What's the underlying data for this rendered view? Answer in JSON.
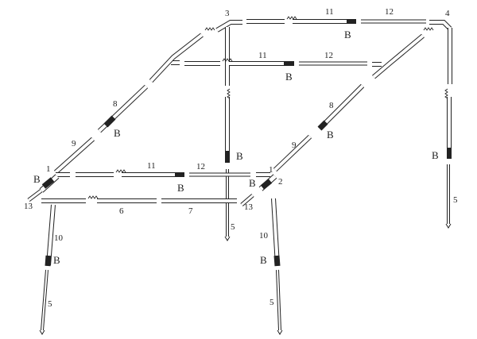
{
  "diagram": {
    "part_labels": {
      "p1": "1",
      "p2": "2",
      "p3": "3",
      "p4": "4",
      "p5": "5",
      "p6": "6",
      "p7": "7",
      "p8": "8",
      "p9": "9",
      "p10": "10",
      "p11": "11",
      "p12": "12",
      "p13": "13"
    },
    "clamp_label": "B",
    "colors": {
      "line": "#222222",
      "tube_fill": "#ffffff",
      "clamp": "#222222"
    }
  }
}
